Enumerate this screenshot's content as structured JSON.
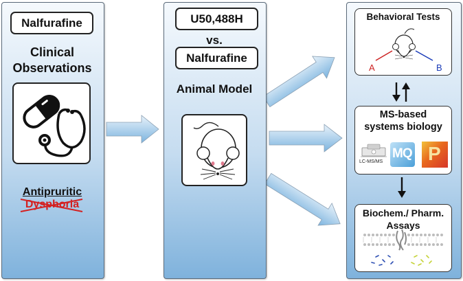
{
  "left_panel": {
    "drug_label": "Nalfurafine",
    "heading_line1": "Clinical",
    "heading_line2": "Observations",
    "effect_positive": "Antipruritic",
    "effect_negative": "Dysphoria"
  },
  "middle_panel": {
    "drug_a": "U50,488H",
    "versus": "vs.",
    "drug_b": "Nalfurafine",
    "model_label": "Animal Model"
  },
  "right_panel": {
    "behavioral": {
      "title": "Behavioral Tests",
      "label_a": "A",
      "label_b": "B"
    },
    "ms": {
      "title_line1": "MS-based",
      "title_line2": "systems biology",
      "lcms_label": "LC-MS/MS",
      "mq_label": "MQ",
      "p_label": "P"
    },
    "assays": {
      "title_line1": "Biochem./ Pharm.",
      "title_line2": "Assays"
    }
  },
  "colors": {
    "label_a": "#cc2222",
    "label_b": "#1a3bb8",
    "strike": "#d42020",
    "arrow": "#8cc0e4"
  },
  "icons": [
    "pill-icon",
    "stethoscope-icon",
    "mouse-icon",
    "lcms-instrument-icon",
    "maxquant-logo",
    "perseus-logo",
    "membrane-icon",
    "molecules-icon"
  ]
}
